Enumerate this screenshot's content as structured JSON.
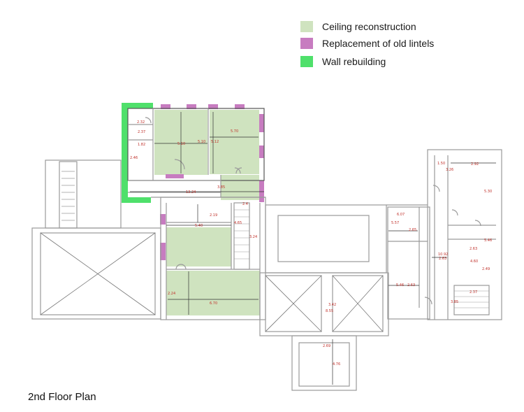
{
  "legend": {
    "items": [
      {
        "label": "Ceiling reconstruction",
        "color": "#cfe3bf"
      },
      {
        "label": "Replacement of old lintels",
        "color": "#c77cc0"
      },
      {
        "label": "Wall rebuilding",
        "color": "#4fe06b"
      }
    ]
  },
  "caption": "2nd Floor Plan",
  "dimensions": [
    {
      "id": "d1",
      "text": "2.32"
    },
    {
      "id": "d2",
      "text": "2.37"
    },
    {
      "id": "d3",
      "text": "1.82"
    },
    {
      "id": "d4",
      "text": "2.46"
    },
    {
      "id": "d5",
      "text": "5.10"
    },
    {
      "id": "d6",
      "text": "5.10"
    },
    {
      "id": "d7",
      "text": "5.12"
    },
    {
      "id": "d8",
      "text": "5.70"
    },
    {
      "id": "d9",
      "text": "13.24"
    },
    {
      "id": "d10",
      "text": "3.85"
    },
    {
      "id": "d11",
      "text": "2.19"
    },
    {
      "id": "d12",
      "text": "5.40"
    },
    {
      "id": "d13",
      "text": "4.65"
    },
    {
      "id": "d14",
      "text": "2.4"
    },
    {
      "id": "d15",
      "text": "3.24"
    },
    {
      "id": "d16",
      "text": "2.24"
    },
    {
      "id": "d17",
      "text": "6.70"
    },
    {
      "id": "d18",
      "text": "1.50"
    },
    {
      "id": "d19",
      "text": "3.26"
    },
    {
      "id": "d20",
      "text": "2.92"
    },
    {
      "id": "d21",
      "text": "5.30"
    },
    {
      "id": "d22",
      "text": "6.07"
    },
    {
      "id": "d23",
      "text": "5.57"
    },
    {
      "id": "d24",
      "text": "2.65"
    },
    {
      "id": "d25",
      "text": "5.46"
    },
    {
      "id": "d26",
      "text": "2.63"
    },
    {
      "id": "d27",
      "text": "10.92"
    },
    {
      "id": "d28",
      "text": "2.63"
    },
    {
      "id": "d29",
      "text": "2.63"
    },
    {
      "id": "d30",
      "text": "2.49"
    },
    {
      "id": "d31",
      "text": "5.46"
    },
    {
      "id": "d32",
      "text": "4.60"
    },
    {
      "id": "d33",
      "text": "2.37"
    },
    {
      "id": "d34",
      "text": "3.85"
    },
    {
      "id": "d35",
      "text": "3.42"
    },
    {
      "id": "d36",
      "text": "8.55"
    },
    {
      "id": "d37",
      "text": "2.69"
    },
    {
      "id": "d38",
      "text": "4.76"
    }
  ]
}
